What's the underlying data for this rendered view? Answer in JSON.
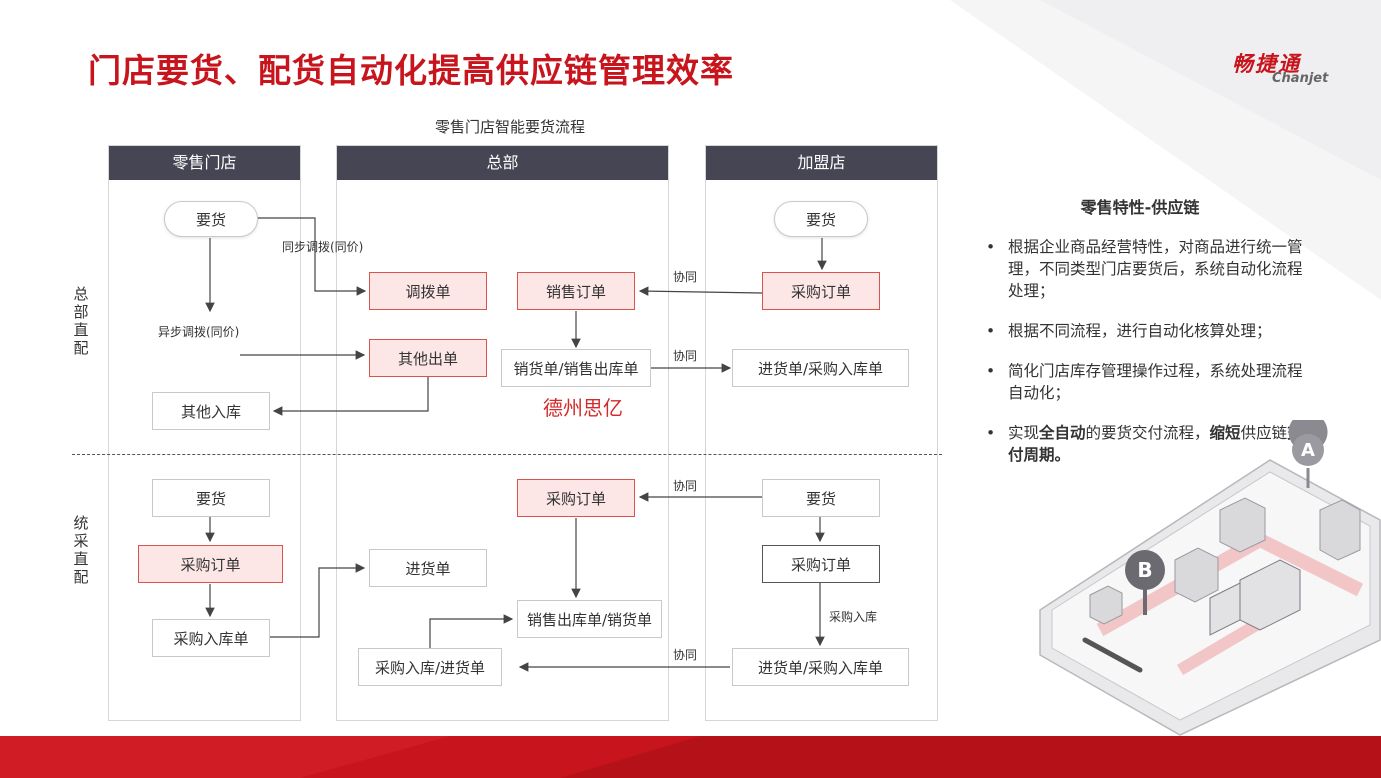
{
  "title": "门店要货、配货自动化提高供应链管理效率",
  "logo": {
    "cn": "畅捷通",
    "en": "Chanjet"
  },
  "flow_title": "零售门店智能要货流程",
  "columns": {
    "store": "零售门店",
    "hq": "总部",
    "franchise": "加盟店"
  },
  "row_labels": {
    "direct": "总部直配",
    "central": "统采直配"
  },
  "top": {
    "store_request": "要货",
    "sync_transfer_label": "同步调拨(同价)",
    "async_transfer_label": "异步调拨(同价)",
    "transfer_order": "调拨单",
    "other_outbound": "其他出单",
    "other_inbound": "其他入库",
    "sales_order": "销售订单",
    "sales_outbound": "销货单/销售出库单",
    "franchise_request": "要货",
    "franchise_po": "采购订单",
    "franchise_inbound": "进货单/采购入库单",
    "collab1": "协同",
    "collab2": "协同"
  },
  "bottom": {
    "store_request": "要货",
    "store_po": "采购订单",
    "store_inbound": "采购入库单",
    "receipt": "进货单",
    "hq_po": "采购订单",
    "hq_sales_outbound": "销售出库单/销货单",
    "hq_po_inbound": "采购入库/进货单",
    "franchise_request": "要货",
    "franchise_po": "采购订单",
    "franchise_inbound": "进货单/采购入库单",
    "po_inbound_label": "采购入库",
    "collab1": "协同",
    "collab2": "协同"
  },
  "watermark": "德州思亿",
  "panel": {
    "title": "零售特性-供应链",
    "b1": "根据企业商品经营特性，对商品进行统一管理，不同类型门店要货后，系统自动化流程处理；",
    "b2": "根据不同流程，进行自动化核算处理；",
    "b3": "简化门店库存管理操作过程，系统处理流程自动化；",
    "b4_1": "实现",
    "b4_2": "全自动",
    "b4_3": "的要货交付流程，",
    "b4_4": "缩短",
    "b4_5": "供应链",
    "b4_6": "交付周期。",
    "bullet_char": "•"
  },
  "phone_markers": {
    "a": "A",
    "b": "B"
  },
  "colors": {
    "brand_red": "#c8151d",
    "header_dark": "#454553",
    "box_red_fill": "#fde6e6"
  }
}
